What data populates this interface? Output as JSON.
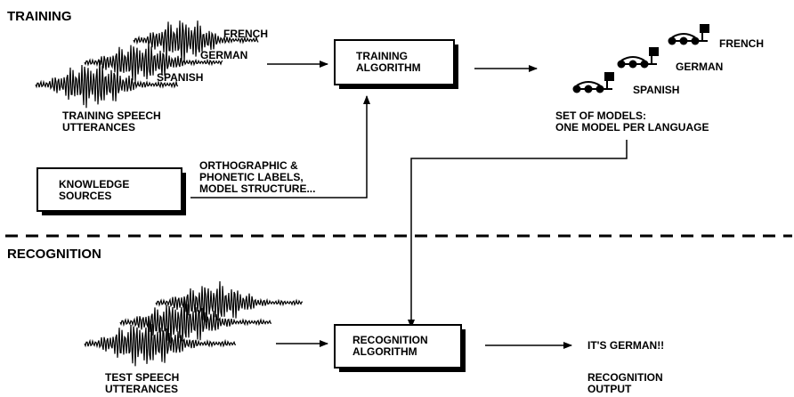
{
  "sections": {
    "training": "TRAINING",
    "recognition": "RECOGNITION"
  },
  "training_input": {
    "languages": [
      "FRENCH",
      "GERMAN",
      "SPANISH"
    ],
    "caption": [
      "TRAINING SPEECH",
      "UTTERANCES"
    ]
  },
  "training_algorithm": {
    "label": [
      "TRAINING",
      "ALGORITHM"
    ]
  },
  "models": {
    "languages": [
      "FRENCH",
      "GERMAN",
      "SPANISH"
    ],
    "caption": [
      "SET OF MODELS:",
      "ONE MODEL PER LANGUAGE"
    ]
  },
  "knowledge_sources": {
    "label": [
      "KNOWLEDGE",
      "SOURCES"
    ],
    "arrow_caption": [
      "ORTHOGRAPHIC &",
      "PHONETIC LABELS,",
      "MODEL STRUCTURE..."
    ]
  },
  "test_input": {
    "caption": [
      "TEST SPEECH",
      "UTTERANCES"
    ]
  },
  "recognition_algorithm": {
    "label": [
      "RECOGNITION",
      "ALGORITHM"
    ]
  },
  "output": {
    "result": "IT'S GERMAN!!",
    "caption": [
      "RECOGNITION",
      "OUTPUT"
    ]
  }
}
